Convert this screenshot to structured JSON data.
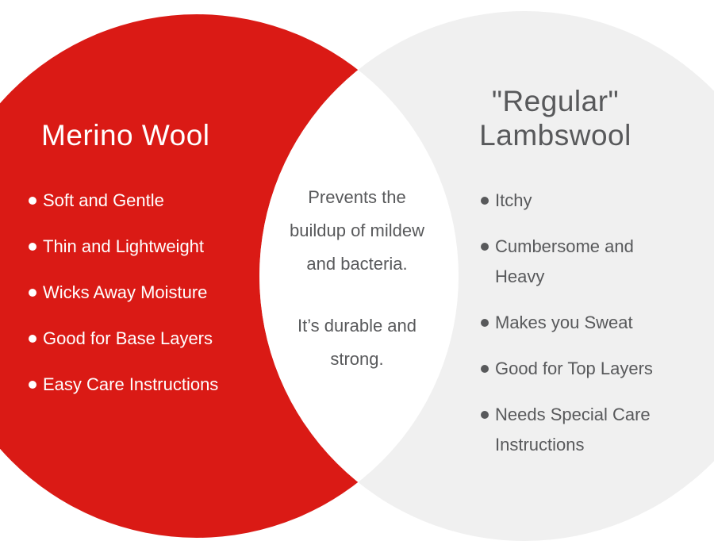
{
  "venn": {
    "background_color": "#ffffff",
    "left_circle": {
      "title": "Merino Wool",
      "color": "#da1a15",
      "text_color": "#ffffff",
      "items": [
        "Soft and Gentle",
        "Thin and Lightweight",
        "Wicks Away Moisture",
        "Good for Base Layers",
        "Easy Care Instructions"
      ]
    },
    "right_circle": {
      "title_line1": "\"Regular\"",
      "title_line2": "Lambswool",
      "color": "#f0f0f0",
      "text_color": "#58595b",
      "items": [
        "Itchy",
        "Cumbersome and Heavy",
        "Makes you Sweat",
        "Good for Top Layers",
        "Needs Special Care Instructions"
      ]
    },
    "intersection": {
      "color": "#ffffff",
      "paragraph1": "Prevents the buildup of mildew and bacteria.",
      "paragraph2": "It’s durable and strong."
    }
  }
}
